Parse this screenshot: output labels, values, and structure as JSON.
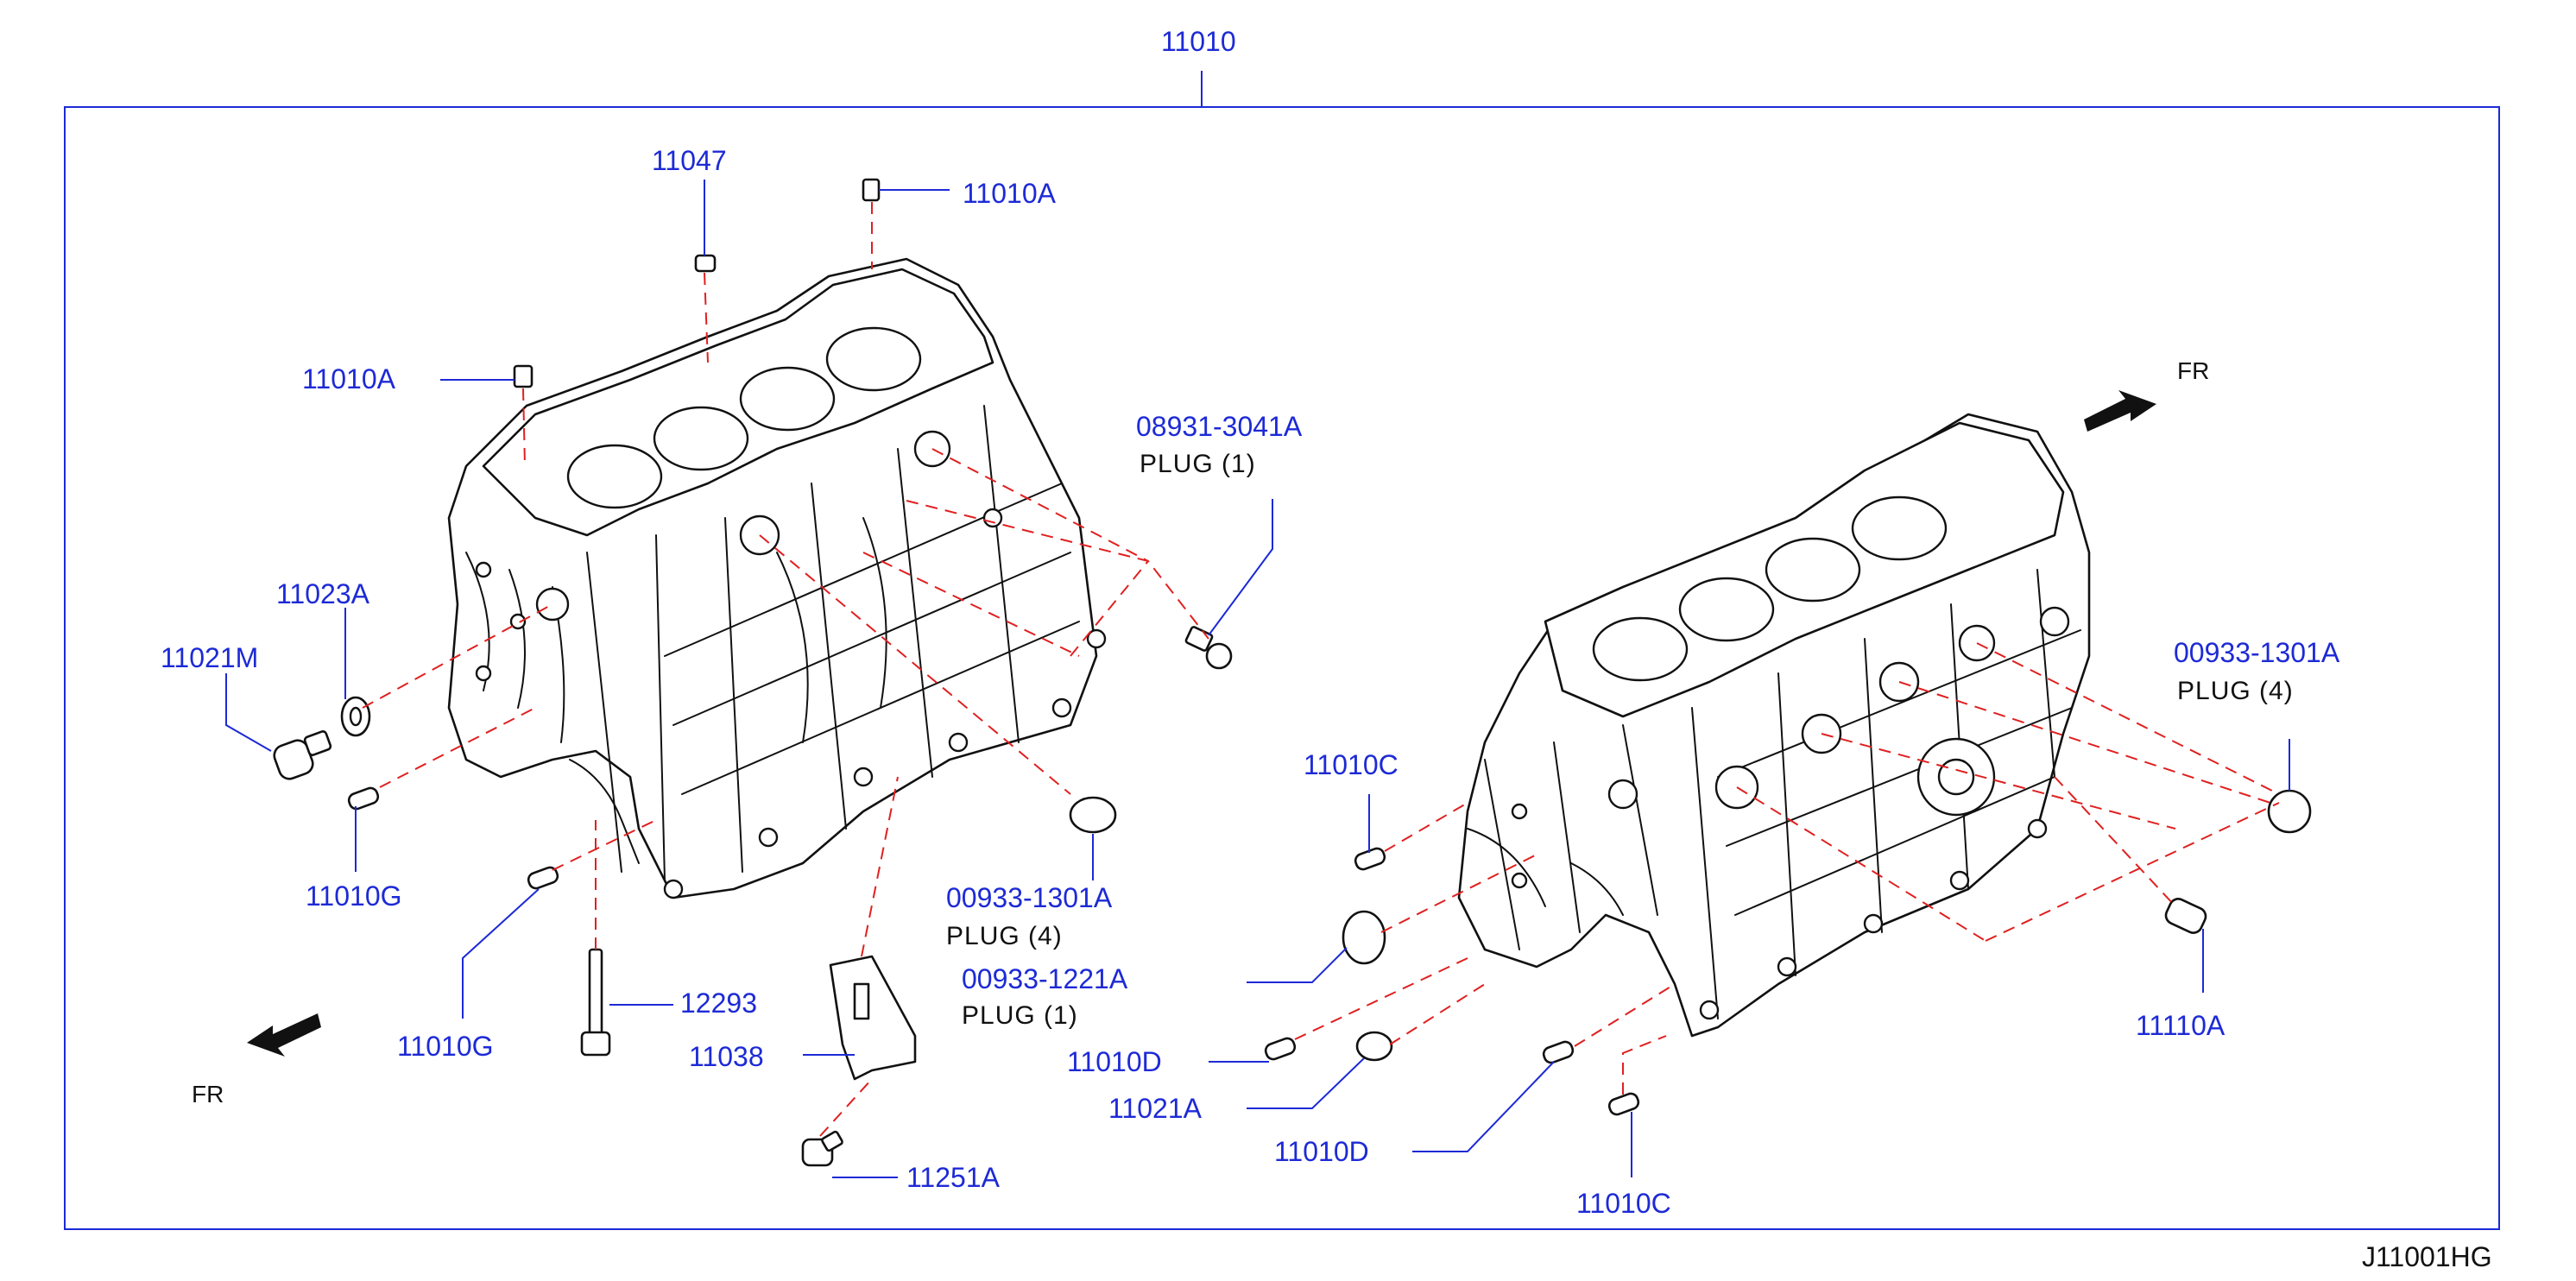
{
  "diagram": {
    "top_label": "11010",
    "drawing_code": "J11001HG",
    "direction_label": "FR",
    "callouts": {
      "c11047": "11047",
      "c11010a_top": "11010A",
      "c11010a_left": "11010A",
      "c08931": "08931-3041A",
      "c11023a": "11023A",
      "c11021m": "11021M",
      "c11010g_a": "11010G",
      "c11010g_b": "11010G",
      "c00933_1301a_left": "00933-1301A",
      "c00933_1221a": "00933-1221A",
      "c12293": "12293",
      "c11038": "11038",
      "c11251a": "11251A",
      "c11010c_top": "11010C",
      "c11010d_a": "11010D",
      "c11021a": "11021A",
      "c11010d_b": "11010D",
      "c11010c_bottom": "11010C",
      "c00933_1301a_right": "00933-1301A",
      "c11110a": "11110A"
    },
    "descriptions": {
      "plug_1_top": "PLUG   (1)",
      "plug_4_left": "PLUG   (4)",
      "plug_1_mid": "PLUG   (1)",
      "plug_4_right": "PLUG   (4)"
    },
    "colors": {
      "callout": "#1d2ad6",
      "leader_dashed": "#e02020",
      "frame": "#1d2ad6",
      "ink": "#111111"
    }
  }
}
